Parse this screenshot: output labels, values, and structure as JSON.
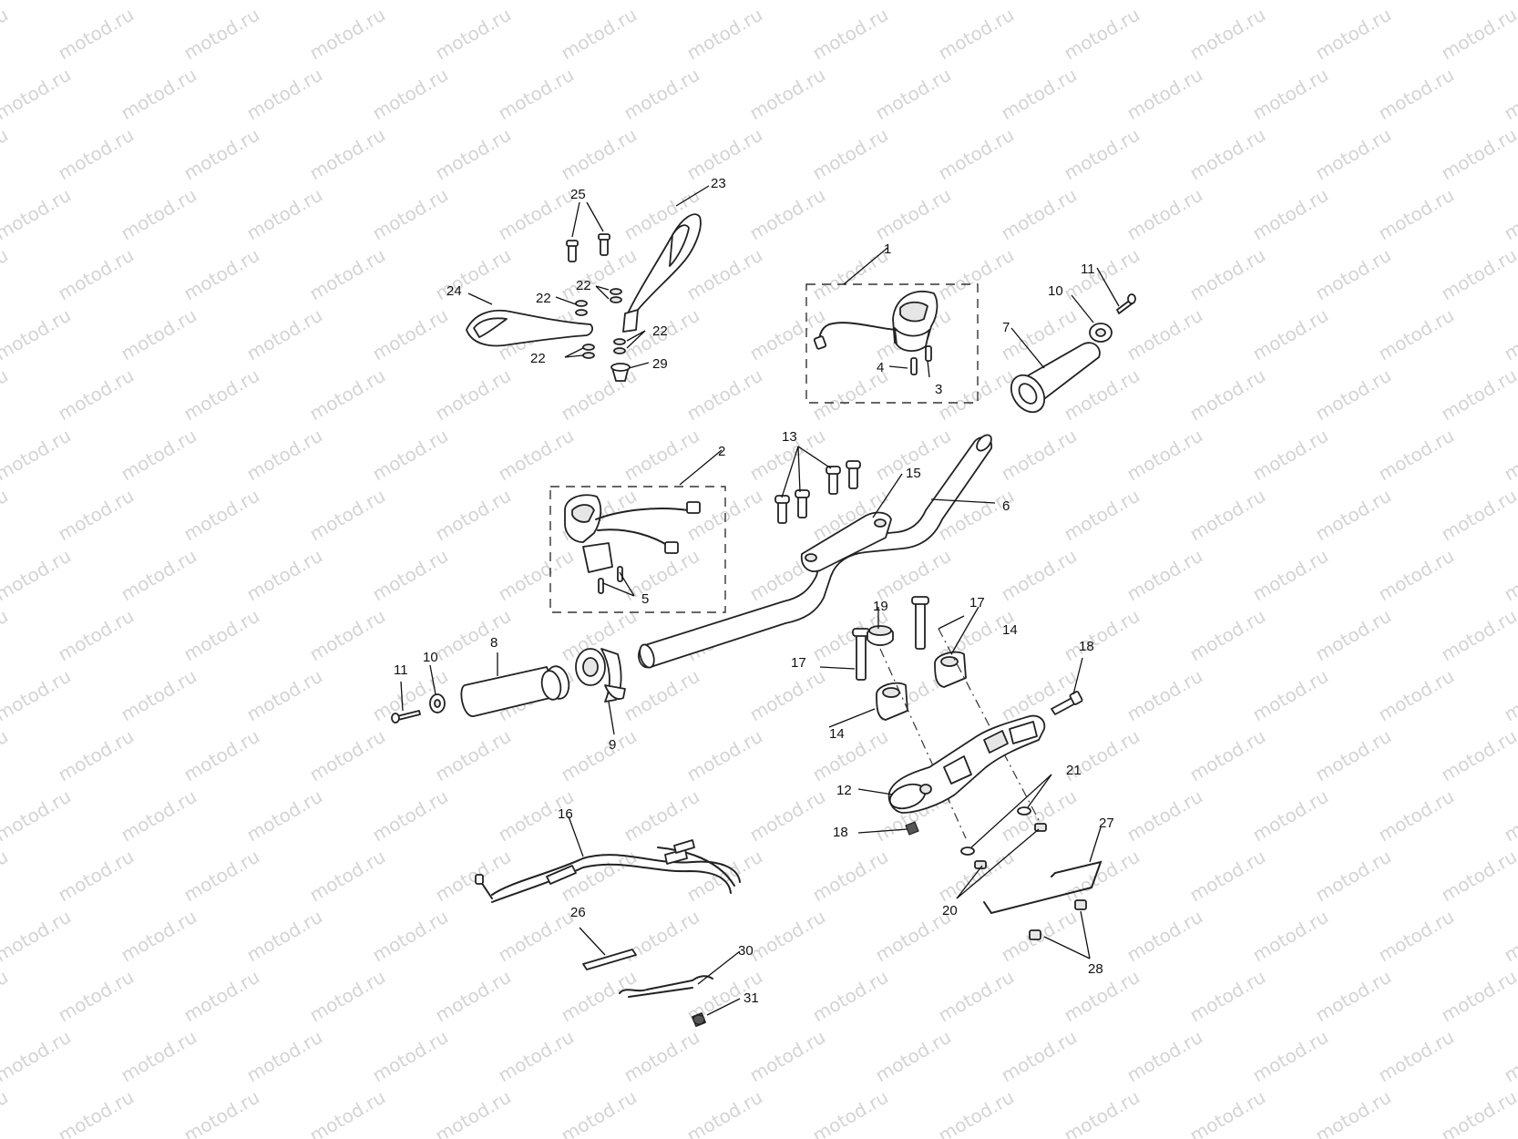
{
  "watermark": {
    "text": "motod.ru"
  },
  "callouts": [
    {
      "key": "c1",
      "label": "1"
    },
    {
      "key": "c2",
      "label": "2"
    },
    {
      "key": "c3",
      "label": "3"
    },
    {
      "key": "c4",
      "label": "4"
    },
    {
      "key": "c5",
      "label": "5"
    },
    {
      "key": "c6",
      "label": "6"
    },
    {
      "key": "c7",
      "label": "7"
    },
    {
      "key": "c8",
      "label": "8"
    },
    {
      "key": "c9",
      "label": "9"
    },
    {
      "key": "c10a",
      "label": "10"
    },
    {
      "key": "c10b",
      "label": "10"
    },
    {
      "key": "c11a",
      "label": "11"
    },
    {
      "key": "c11b",
      "label": "11"
    },
    {
      "key": "c12",
      "label": "12"
    },
    {
      "key": "c13",
      "label": "13"
    },
    {
      "key": "c14a",
      "label": "14"
    },
    {
      "key": "c14b",
      "label": "14"
    },
    {
      "key": "c15",
      "label": "15"
    },
    {
      "key": "c16",
      "label": "16"
    },
    {
      "key": "c17a",
      "label": "17"
    },
    {
      "key": "c17b",
      "label": "17"
    },
    {
      "key": "c18a",
      "label": "18"
    },
    {
      "key": "c18b",
      "label": "18"
    },
    {
      "key": "c19",
      "label": "19"
    },
    {
      "key": "c20",
      "label": "20"
    },
    {
      "key": "c21",
      "label": "21"
    },
    {
      "key": "c22a",
      "label": "22"
    },
    {
      "key": "c22b",
      "label": "22"
    },
    {
      "key": "c22c",
      "label": "22"
    },
    {
      "key": "c22d",
      "label": "22"
    },
    {
      "key": "c23",
      "label": "23"
    },
    {
      "key": "c24",
      "label": "24"
    },
    {
      "key": "c25",
      "label": "25"
    },
    {
      "key": "c26",
      "label": "26"
    },
    {
      "key": "c27",
      "label": "27"
    },
    {
      "key": "c28",
      "label": "28"
    },
    {
      "key": "c29",
      "label": "29"
    },
    {
      "key": "c30",
      "label": "30"
    },
    {
      "key": "c31",
      "label": "31"
    }
  ]
}
